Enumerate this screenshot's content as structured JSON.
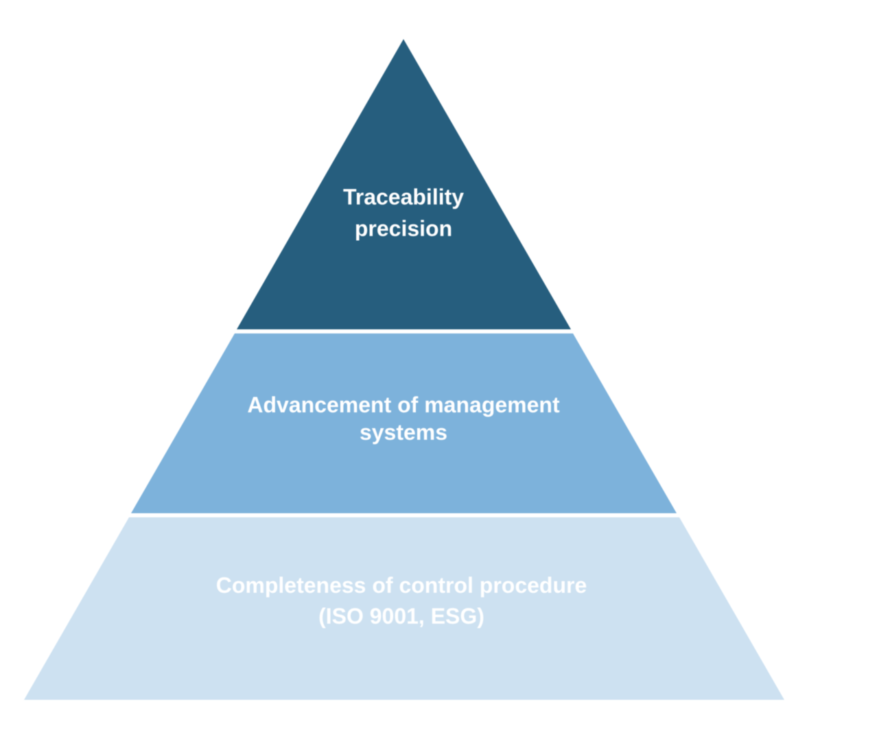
{
  "diagram": {
    "type": "pyramid",
    "background_color": "#ffffff",
    "separator_color": "#ffffff",
    "tiers": [
      {
        "name": "top",
        "color": "#265e7e",
        "text_color": "#ffffff",
        "label": "Traceability precision",
        "lines": [
          "Traceability",
          "precision"
        ]
      },
      {
        "name": "middle",
        "color": "#7db2db",
        "text_color": "#ffffff",
        "label": "Advancement of management systems",
        "lines": [
          "Advancement of management",
          "systems"
        ]
      },
      {
        "name": "bottom",
        "color": "#cde1f1",
        "text_color": "#ffffff",
        "label": "Completeness of control procedure (ISO 9001, ESG)",
        "lines": [
          "Completeness of control procedure",
          "(ISO 9001, ESG)"
        ]
      }
    ]
  }
}
